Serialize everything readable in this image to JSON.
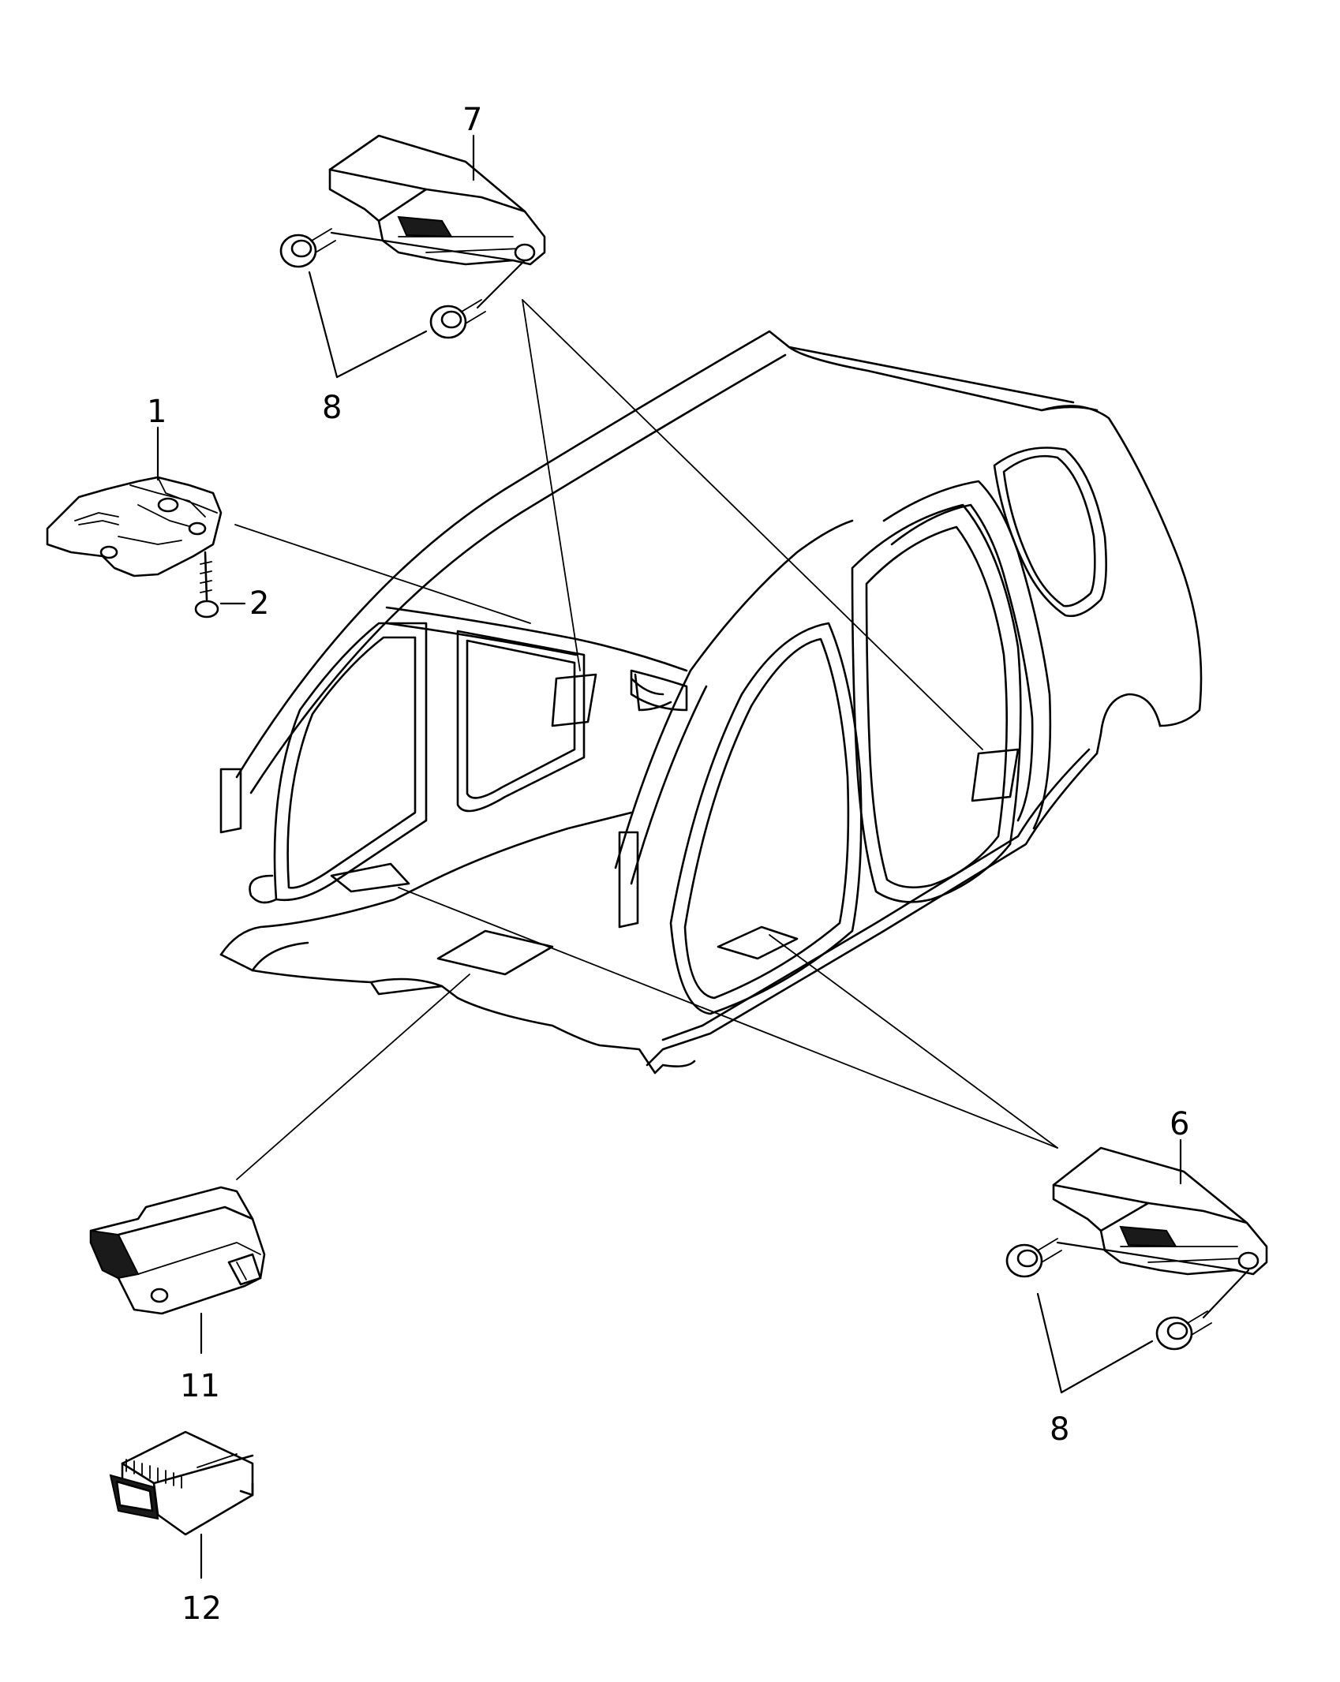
{
  "callouts": {
    "c1": "1",
    "c2": "2",
    "c6": "6",
    "c7": "7",
    "c8_top": "8",
    "c8_bottom": "8",
    "c11": "11",
    "c12": "12"
  }
}
